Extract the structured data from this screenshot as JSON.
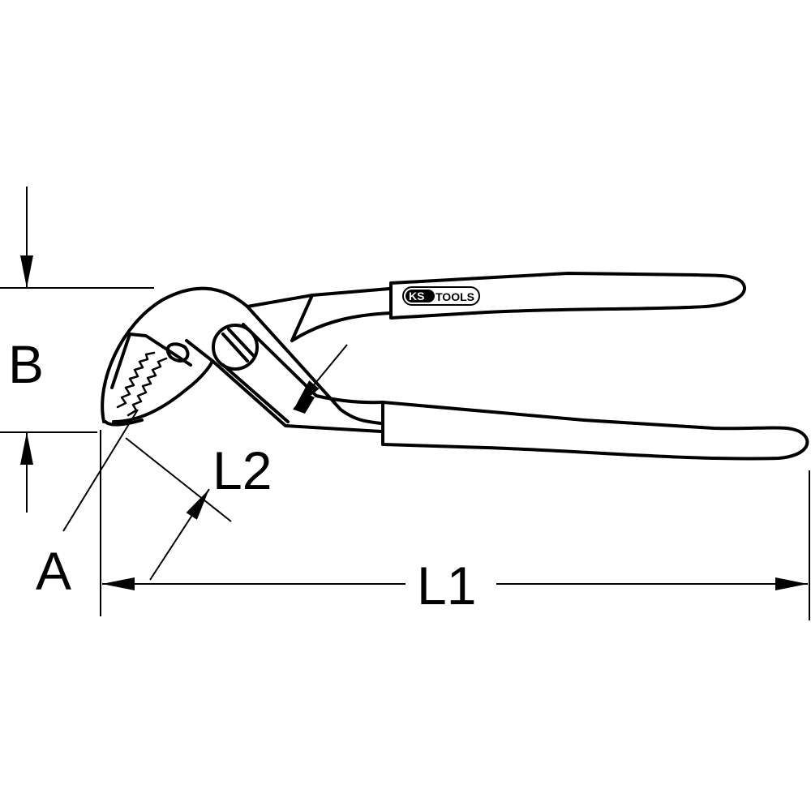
{
  "labels": {
    "b": "B",
    "l2": "L2",
    "a": "A",
    "l1": "L1"
  },
  "logo": {
    "ks": "KS",
    "tools": "TOOLS"
  },
  "colors": {
    "line": "#000000",
    "background": "#ffffff"
  }
}
